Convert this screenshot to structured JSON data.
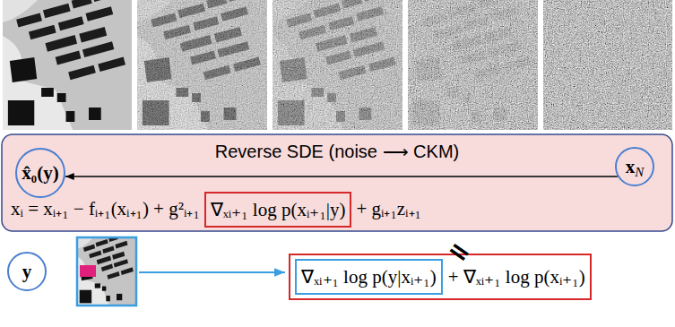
{
  "diagram": {
    "nodes": [
      {
        "text": [
          "Reverse SDE (noise ⟶ CKM)",
          "xᵢ = xᵢ₊₁ − fᵢ₊₁(xᵢ₊₁) + g²ᵢ₊₁",
          "+ gᵢ₊₁zᵢ₊₁"
        ]
      },
      {
        "text": [
          "x̂₀(y)"
        ],
        "in": 0
      },
      {
        "text": [
          "x",
          "N"
        ],
        "in": 0
      },
      {
        "text": [
          "∇ₓᵢ₊₁ log p(xᵢ₊₁|y)"
        ],
        "in": 0
      },
      {
        "text": [
          "y"
        ]
      },
      {
        "text": [
          "+ ∇ₓᵢ₊₁ log p(xᵢ₊₁)"
        ]
      },
      {
        "text": [
          "∇ₓᵢ₊₁ log p(y|xᵢ₊₁)"
        ],
        "in": 5
      }
    ],
    "edges": [
      {
        "from": 2,
        "to": 1,
        "arrow": "to"
      }
    ],
    "labels": [
      "="
    ]
  }
}
